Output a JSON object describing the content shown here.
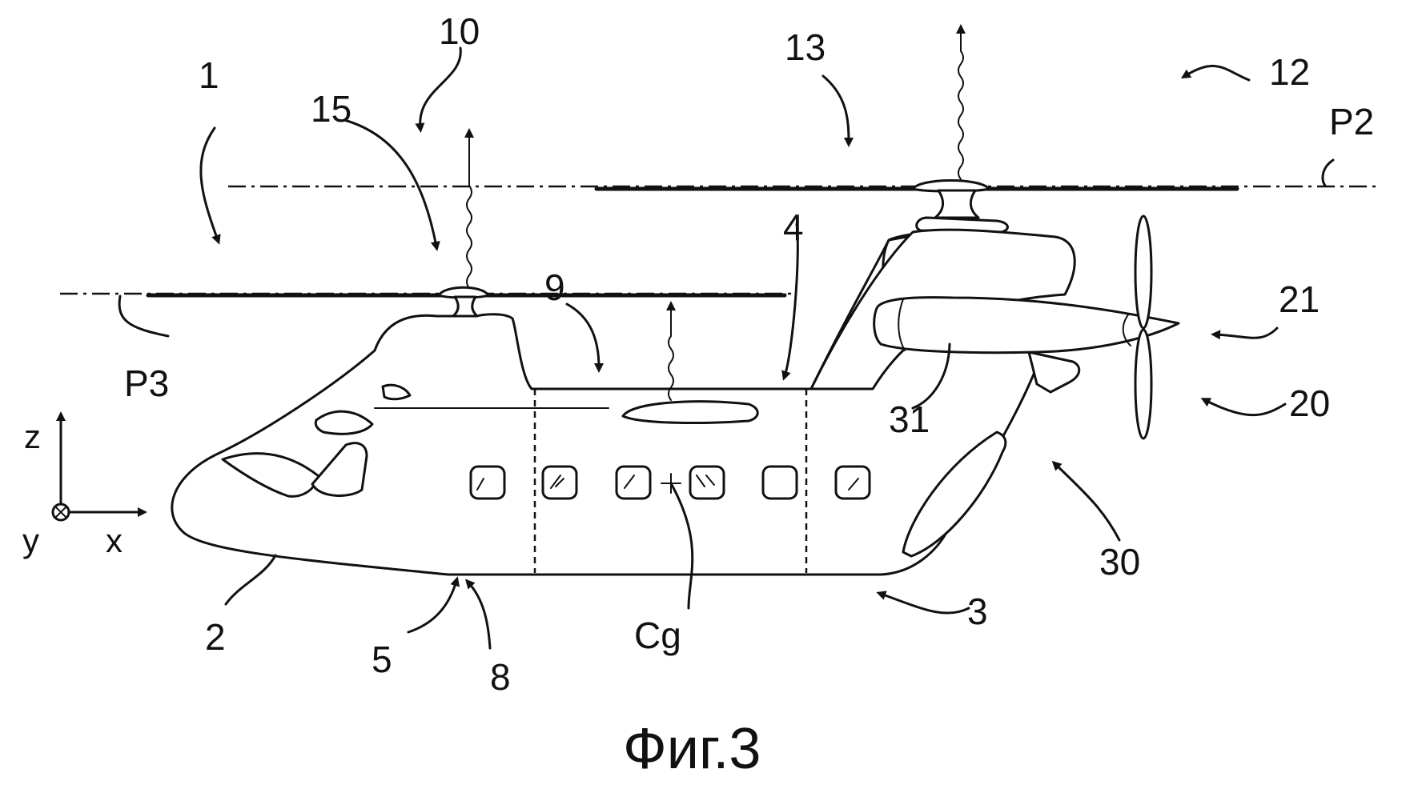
{
  "figure": {
    "caption": "Фиг.3",
    "axes": {
      "z": "z",
      "y": "y",
      "x": "x"
    },
    "labels": {
      "l1": "1",
      "l2": "2",
      "l3": "3",
      "l4": "4",
      "l5": "5",
      "l8": "8",
      "l9": "9",
      "l10": "10",
      "l12": "12",
      "l13": "13",
      "l15": "15",
      "l20": "20",
      "l21": "21",
      "l30": "30",
      "l31": "31",
      "p2": "P2",
      "p3": "P3",
      "cg": "Cg"
    }
  }
}
